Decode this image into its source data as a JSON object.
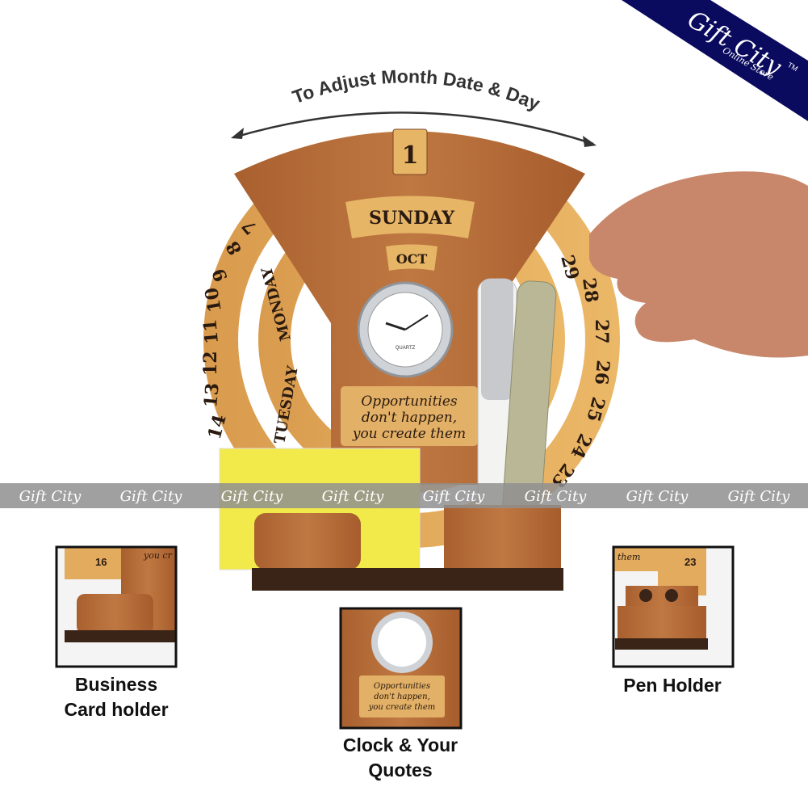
{
  "brand": {
    "name": "Gift City",
    "tm": "TM",
    "tagline": "Online Store",
    "banner_color": "#0a0a5e"
  },
  "headline": "To Adjust Month Date & Day",
  "calendar": {
    "date": "1",
    "day": "SUNDAY",
    "month": "OCT",
    "outer_numbers": [
      "14",
      "13",
      "12",
      "11",
      "10",
      "9",
      "8",
      "7"
    ],
    "right_numbers": [
      "29",
      "28",
      "27",
      "26",
      "25",
      "24",
      "23"
    ],
    "left_days": [
      "TUESDAY",
      "MONDAY"
    ],
    "clock_label": "QUARTZ",
    "quote_lines": [
      "Opportunities",
      "don't happen,",
      "you create them"
    ]
  },
  "watermark": {
    "text": "Gift City",
    "repeat": 8
  },
  "insets": [
    {
      "caption_lines": [
        "Business",
        "Card holder"
      ],
      "snippet": "you cr",
      "number": "16"
    },
    {
      "caption_lines": [
        "Clock & Your",
        "Quotes"
      ],
      "quote_lines": [
        "Opportunities",
        "don't happen,",
        "you create them"
      ]
    },
    {
      "caption_lines": [
        "Pen Holder"
      ],
      "snippet": "them",
      "number": "23"
    }
  ],
  "colors": {
    "wood_dark": "#b26a36",
    "wood_light": "#e2ab5e",
    "card": "#f2ea4a",
    "strip": "#8f8f8f"
  }
}
